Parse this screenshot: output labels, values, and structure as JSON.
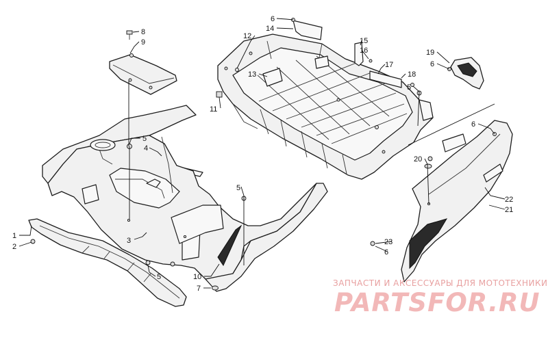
{
  "callouts": [
    {
      "id": "c1",
      "label": "1"
    },
    {
      "id": "c2",
      "label": "2"
    },
    {
      "id": "c3",
      "label": "3"
    },
    {
      "id": "c4",
      "label": "4"
    },
    {
      "id": "c5a",
      "label": "5"
    },
    {
      "id": "c5b",
      "label": "5"
    },
    {
      "id": "c5c",
      "label": "5"
    },
    {
      "id": "c5d",
      "label": "5"
    },
    {
      "id": "c6a",
      "label": "6"
    },
    {
      "id": "c6b",
      "label": "6"
    },
    {
      "id": "c6c",
      "label": "6"
    },
    {
      "id": "c6d",
      "label": "6"
    },
    {
      "id": "c7",
      "label": "7"
    },
    {
      "id": "c8",
      "label": "8"
    },
    {
      "id": "c9",
      "label": "9"
    },
    {
      "id": "c10",
      "label": "10"
    },
    {
      "id": "c11",
      "label": "11"
    },
    {
      "id": "c12",
      "label": "12"
    },
    {
      "id": "c13",
      "label": "13"
    },
    {
      "id": "c14",
      "label": "14"
    },
    {
      "id": "c15",
      "label": "15"
    },
    {
      "id": "c16",
      "label": "16"
    },
    {
      "id": "c17",
      "label": "17"
    },
    {
      "id": "c18",
      "label": "18"
    },
    {
      "id": "c19",
      "label": "19"
    },
    {
      "id": "c20",
      "label": "20"
    },
    {
      "id": "c21",
      "label": "21"
    },
    {
      "id": "c22",
      "label": "22"
    },
    {
      "id": "c23",
      "label": "23"
    }
  ],
  "watermark": {
    "tagline": "ЗАПЧАСТИ И АКСЕССУАРЫ ДЛЯ МОТОТЕХНИКИ",
    "brand": "PARTSFOR.RU"
  }
}
